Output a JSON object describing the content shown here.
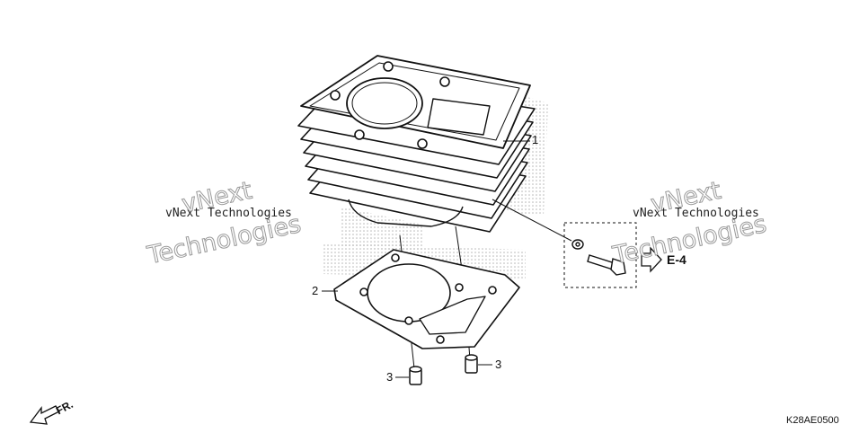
{
  "watermarks": {
    "left_line": "vNext Technologies",
    "left_big_top": "vNext",
    "left_big_bottom": "Technologies",
    "right_line": "vNext Technologies",
    "right_big_top": "vNext",
    "right_big_bottom": "Technologies"
  },
  "callouts": {
    "cylinder": "1",
    "gasket": "2",
    "dowel_left": "3",
    "dowel_right": "3"
  },
  "reference": "E-4",
  "diagram_code": "K28AE0500",
  "front_label": "FR.",
  "colors": {
    "line": "#111111",
    "stipple": "#bbbbbb",
    "watermark_outline": "#9a9a9a"
  }
}
